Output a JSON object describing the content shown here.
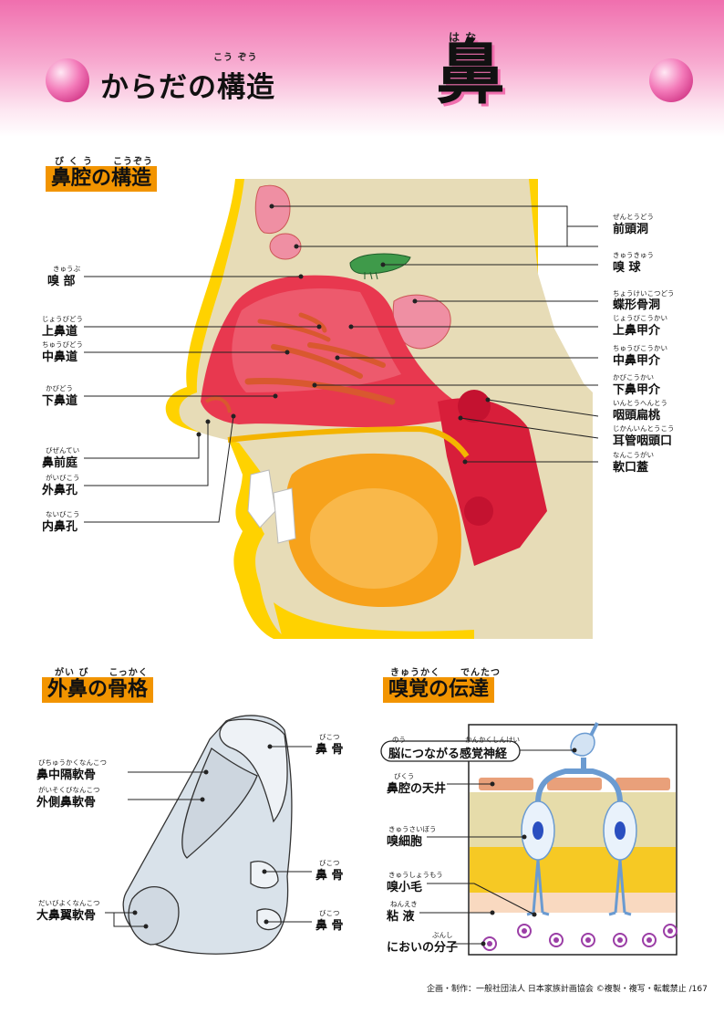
{
  "header": {
    "title": "からだの構造",
    "title_ruby": "こう ぞう",
    "main_kanji": "鼻",
    "main_ruby": "は な"
  },
  "sections": {
    "nasal_cavity": {
      "title": "鼻腔の構造",
      "ruby": "び く う　　こうぞう"
    },
    "external_nose": {
      "title": "外鼻の骨格",
      "ruby": "がい び　　こっかく"
    },
    "olfaction": {
      "title": "嗅覚の伝達",
      "ruby": "きゅうかく　　でんたつ"
    }
  },
  "labels": {
    "zentoudou": {
      "text": "前頭洞",
      "ruby": "ぜんとうどう"
    },
    "kyuukyuu": {
      "text": "嗅 球",
      "ruby": "きゅうきゅう"
    },
    "choukeikotsudou": {
      "text": "蝶形骨洞",
      "ruby": "ちょうけいこつどう"
    },
    "joubikoukai": {
      "text": "上鼻甲介",
      "ruby": "じょうびこうかい"
    },
    "chuubikoukai": {
      "text": "中鼻甲介",
      "ruby": "ちゅうびこうかい"
    },
    "kabikoukai": {
      "text": "下鼻甲介",
      "ruby": "かびこうかい"
    },
    "intouhentou": {
      "text": "咽頭扁桃",
      "ruby": "いんとうへんとう"
    },
    "jikan": {
      "text": "耳管咽頭口",
      "ruby": "じかんいんとうこう"
    },
    "nankougai": {
      "text": "軟口蓋",
      "ruby": "なんこうがい"
    },
    "kyuubu": {
      "text": "嗅 部",
      "ruby": "きゅうぶ"
    },
    "joubidou": {
      "text": "上鼻道",
      "ruby": "じょうびどう"
    },
    "chuubidou": {
      "text": "中鼻道",
      "ruby": "ちゅうびどう"
    },
    "kabidou": {
      "text": "下鼻道",
      "ruby": "かびどう"
    },
    "bizentei": {
      "text": "鼻前庭",
      "ruby": "びぜんてい"
    },
    "gaibikou": {
      "text": "外鼻孔",
      "ruby": "がいびこう"
    },
    "naibikou": {
      "text": "内鼻孔",
      "ruby": "ないびこう"
    },
    "bikotsu1": {
      "text": "鼻 骨",
      "ruby": "びこつ"
    },
    "bikotsu2": {
      "text": "鼻 骨",
      "ruby": "びこつ"
    },
    "bikotsu3": {
      "text": "鼻 骨",
      "ruby": "びこつ"
    },
    "bichuukaku": {
      "text": "鼻中隔軟骨",
      "ruby": "びちゅうかくなんこつ"
    },
    "gaisoku": {
      "text": "外側鼻軟骨",
      "ruby": "がいそくびなんこつ"
    },
    "daibiyoku": {
      "text": "大鼻翼軟骨",
      "ruby": "だいびよくなんこつ"
    },
    "nou": {
      "text": "脳につながる感覚神経",
      "ruby_a": "のう",
      "ruby_b": "かんかくしんけい"
    },
    "bikuu_tenjou": {
      "text": "鼻腔の天井",
      "ruby": "びくう"
    },
    "kyuusaibou": {
      "text": "嗅細胞",
      "ruby": "きゅうさいぼう"
    },
    "kyuushoumou": {
      "text": "嗅小毛",
      "ruby": "きゅうしょうもう"
    },
    "neneki": {
      "text": "粘 液",
      "ruby": "ねんえき"
    },
    "bunshi": {
      "text": "においの分子",
      "ruby": "ぶんし"
    }
  },
  "footer": {
    "credit": "企画・制作：一般社団法人 日本家族計画協会 ©複製・複写・転載禁止 /167"
  },
  "colors": {
    "header_pink": "#f06fae",
    "section_orange": "#f29400",
    "mucosa": "#e8384f",
    "bone": "#e7dcb7",
    "fat": "#ffd200"
  }
}
